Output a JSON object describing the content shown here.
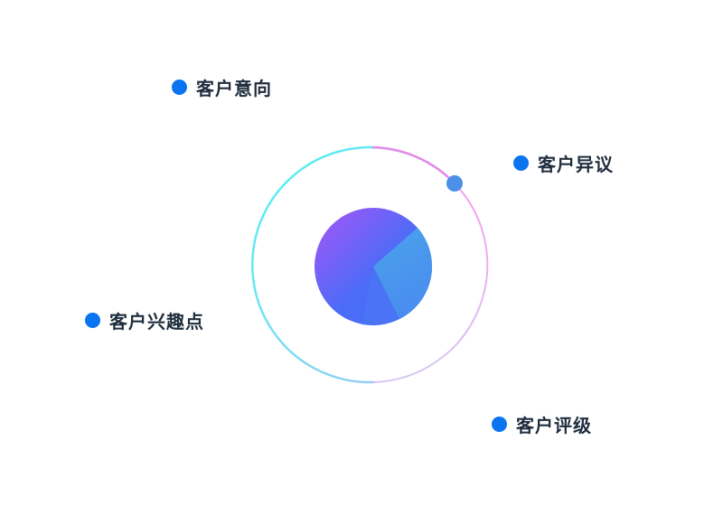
{
  "colors": {
    "dot": "#0a74f0",
    "label_text": "#1f2d3d",
    "ring_cyan": "#4df5f2",
    "ring_pink": "#f57ee8",
    "ring_lavender": "#c9b6f0",
    "ring_blue": "#a9c4f5",
    "knob": "#4a90e8",
    "pie_purple": "#a855f7",
    "pie_blue": "#4a6cf7",
    "pie_cyan": "#4aa3ea"
  },
  "labels": [
    {
      "id": "intent",
      "text": "客户意向"
    },
    {
      "id": "objection",
      "text": "客户异议"
    },
    {
      "id": "interest",
      "text": "客户兴趣点"
    },
    {
      "id": "rating",
      "text": "客户评级"
    }
  ]
}
